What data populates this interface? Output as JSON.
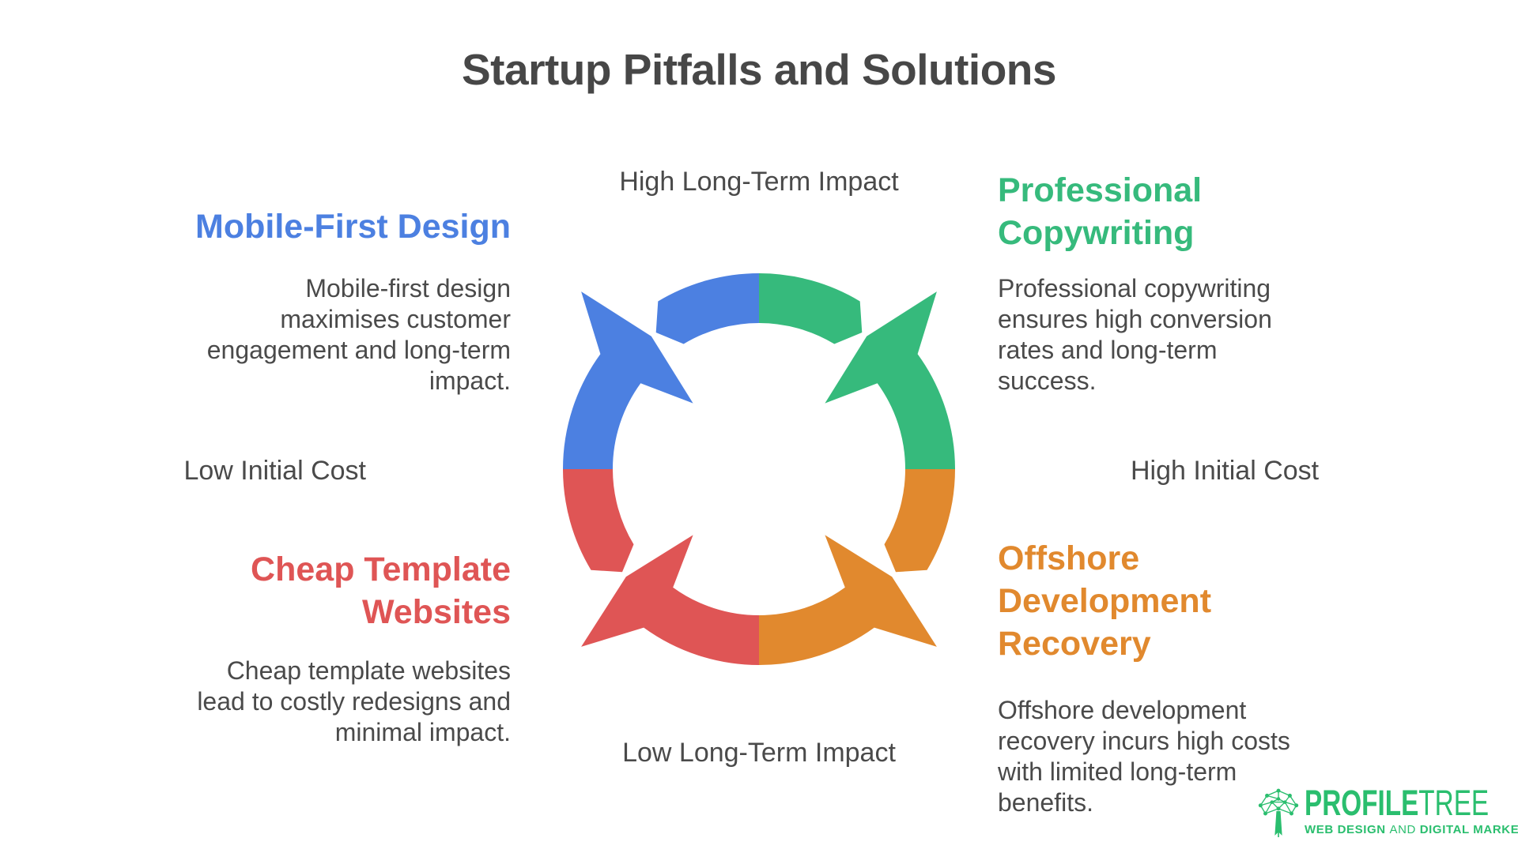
{
  "title": "Startup Pitfalls and Solutions",
  "axis_labels": {
    "top": "High Long-Term Impact",
    "bottom": "Low Long-Term Impact",
    "left": "Low Initial Cost",
    "right": "High Initial Cost"
  },
  "diagram": {
    "type": "four-quadrant cycle with arrows",
    "colors": {
      "top_left_blue": "#4c80e1",
      "top_right_green": "#36ba7c",
      "bottom_left_red": "#df5555",
      "bottom_right_orange": "#e1892e"
    }
  },
  "quadrants": [
    {
      "name": "Mobile-First Design",
      "position": "top-left",
      "color": "#4c80e1",
      "heading_lines": [
        "Mobile-First Design"
      ],
      "description": "Mobile-first design maximises customer engagement and long-term impact.",
      "description_lines": [
        "Mobile-first design",
        "maximises customer",
        "engagement and long-term",
        "impact."
      ]
    },
    {
      "name": "Professional Copywriting",
      "position": "top-right",
      "color": "#36ba7c",
      "heading_lines": [
        "Professional",
        "Copywriting"
      ],
      "description": "Professional copywriting ensures high conversion rates and long-term success.",
      "description_lines": [
        "Professional copywriting",
        "ensures high conversion",
        "rates and long-term",
        "success."
      ]
    },
    {
      "name": "Cheap Template Websites",
      "position": "bottom-left",
      "color": "#df5555",
      "heading_lines": [
        "Cheap Template",
        "Websites"
      ],
      "description": "Cheap template websites lead to costly redesigns and minimal impact.",
      "description_lines": [
        "Cheap template websites",
        "lead to costly redesigns and",
        "minimal impact."
      ]
    },
    {
      "name": "Offshore Development Recovery",
      "position": "bottom-right",
      "color": "#e1892e",
      "heading_lines": [
        "Offshore",
        "Development",
        "Recovery"
      ],
      "description": "Offshore development recovery incurs high costs with limited long-term benefits.",
      "description_lines": [
        "Offshore development",
        "recovery incurs high costs",
        "with limited long-term",
        "benefits."
      ]
    }
  ],
  "logo": {
    "brand_bold": "PROFILE",
    "brand_light": "TREE",
    "tagline_bold_1": "WEB DESIGN",
    "tagline_light": "AND",
    "tagline_bold_2": "DIGITAL MARKETING",
    "color": "#2abe6e"
  }
}
